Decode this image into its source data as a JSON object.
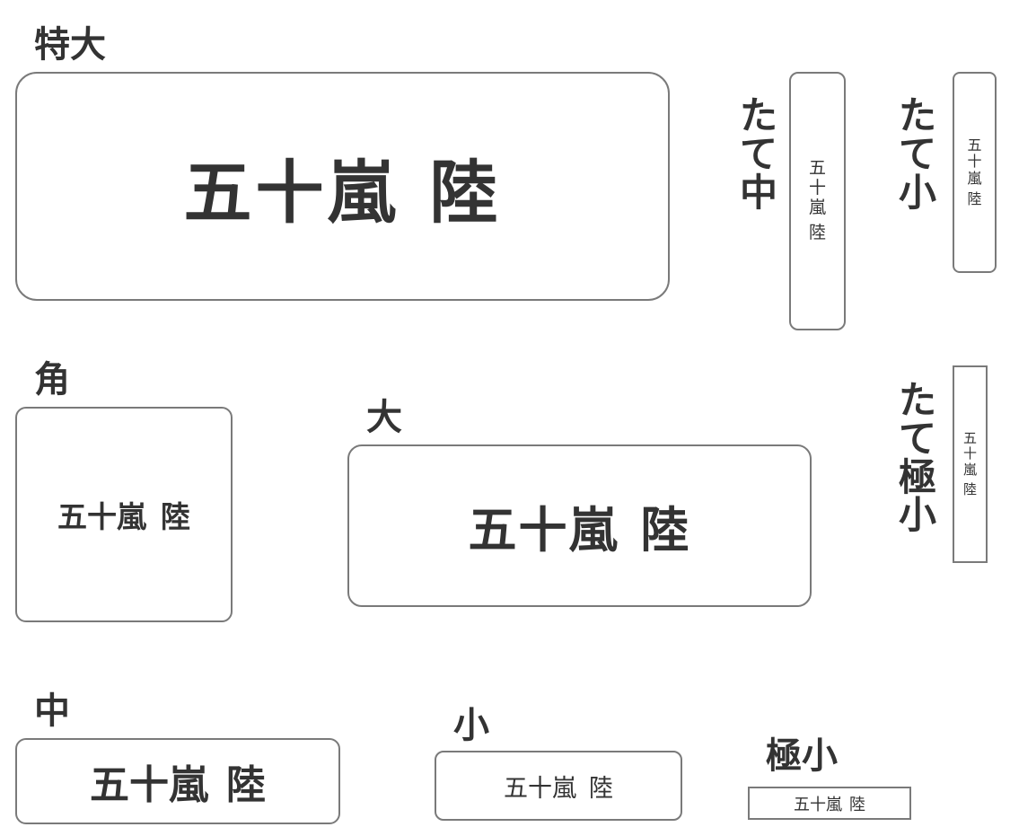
{
  "labels": {
    "xl": "特大",
    "kaku": "角",
    "large": "大",
    "medium": "中",
    "small": "小",
    "xsmall": "極小",
    "tate_medium": [
      "た",
      "て",
      "中"
    ],
    "tate_small": [
      "た",
      "て",
      "小"
    ],
    "tate_xsmall": [
      "た",
      "て",
      "極",
      "小"
    ]
  },
  "name": {
    "surname": "五十嵐",
    "given": "陸",
    "vertical": [
      "五",
      "十",
      "嵐",
      "陸"
    ]
  },
  "colors": {
    "text": "#333333",
    "border": "#7a7a7a"
  }
}
